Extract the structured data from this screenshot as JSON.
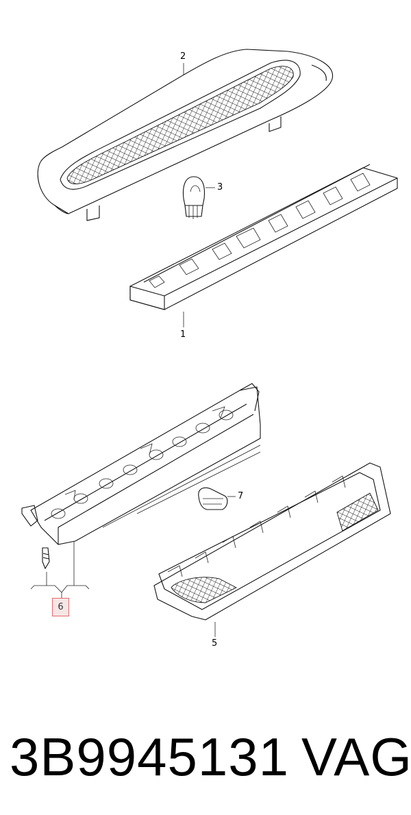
{
  "diagram": {
    "callouts": {
      "c1": "1",
      "c2": "2",
      "c3": "3",
      "c5": "5",
      "c6": "6",
      "c7": "7"
    }
  },
  "footer": {
    "part_number": "3B9945131",
    "brand": "VAG"
  },
  "colors": {
    "highlight_border": "#e06a6a",
    "highlight_fill": "#f6e6e6"
  }
}
